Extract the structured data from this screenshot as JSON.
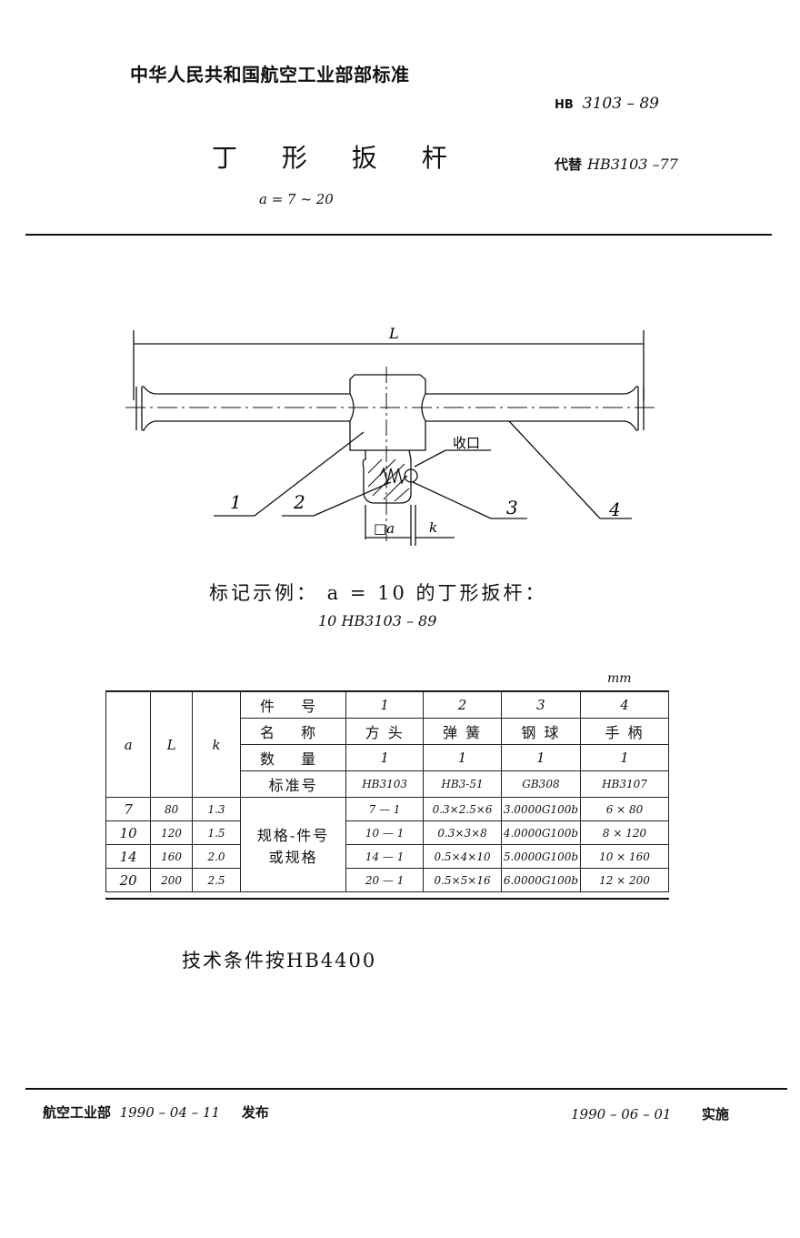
{
  "header": {
    "organization": "中华人民共和国航空工业部部标准",
    "standard_prefix": "HB",
    "standard_number": "3103 – 89",
    "title": "丁 形 扳 杆",
    "replaces_label": "代替",
    "replaces_value": "HB3103 –77",
    "range": "a = 7 ~ 20"
  },
  "drawing": {
    "dim_L": "L",
    "label_shoukou": "收口",
    "parts": [
      "1",
      "2",
      "3",
      "4"
    ],
    "dim_a": "□a",
    "dim_k": "k"
  },
  "marking": {
    "line1": "标记示例： a = 10 的丁形扳杆：",
    "line2": "10  HB3103 – 89"
  },
  "table": {
    "unit": "mm",
    "col_a": "a",
    "col_L": "L",
    "col_k": "k",
    "row_part_no": {
      "label": "件  号",
      "values": [
        "1",
        "2",
        "3",
        "4"
      ]
    },
    "row_name": {
      "label": "名  称",
      "values": [
        "方 头",
        "弹 簧",
        "钢 球",
        "手 柄"
      ]
    },
    "row_qty": {
      "label": "数  量",
      "values": [
        "1",
        "1",
        "1",
        "1"
      ]
    },
    "row_std": {
      "label": "标准号",
      "values": [
        "HB3103",
        "HB3-51",
        "GB308",
        "HB3107"
      ]
    },
    "spec_label_1": "规格-件号",
    "spec_label_2": "或规格",
    "rows": [
      {
        "a": "7",
        "L": "80",
        "k": "1.3",
        "p1": "7 — 1",
        "p2": "0.3×2.5×6",
        "p3": "3.0000G100b",
        "p4": "6 × 80"
      },
      {
        "a": "10",
        "L": "120",
        "k": "1.5",
        "p1": "10 — 1",
        "p2": "0.3×3×8",
        "p3": "4.0000G100b",
        "p4": "8 × 120"
      },
      {
        "a": "14",
        "L": "160",
        "k": "2.0",
        "p1": "14 — 1",
        "p2": "0.5×4×10",
        "p3": "5.0000G100b",
        "p4": "10 × 160"
      },
      {
        "a": "20",
        "L": "200",
        "k": "2.5",
        "p1": "20 — 1",
        "p2": "0.5×5×16",
        "p3": "6.0000G100b",
        "p4": "12 × 200"
      }
    ]
  },
  "technical": "技术条件按HB4400",
  "footer": {
    "publisher": "航空工业部",
    "publish_date": "1990 – 04 – 11",
    "publish_label": "发布",
    "implement_date": "1990 – 06 – 01",
    "implement_label": "实施"
  }
}
